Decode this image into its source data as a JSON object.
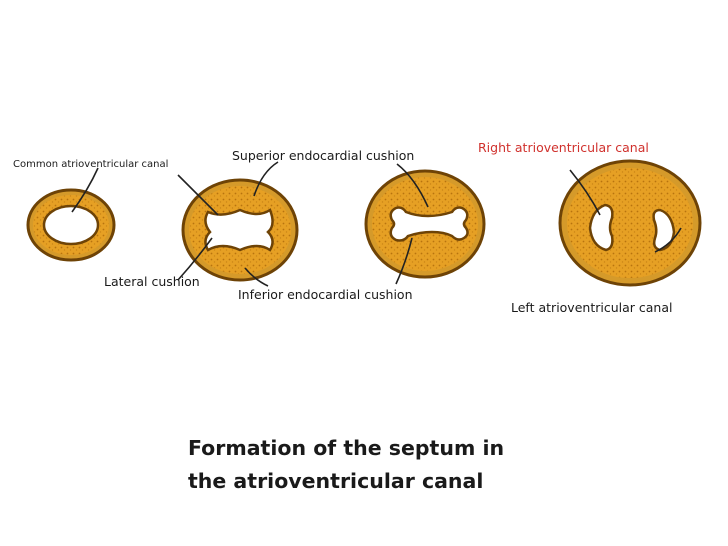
{
  "labels": {
    "common_canal": "Common atrioventricular canal",
    "superior_cushion": "Superior endocardial cushion",
    "right_canal": "Right atrioventricular canal",
    "lateral_cushion": "Lateral cushion",
    "inferior_cushion": "Inferior endocardial cushion",
    "left_canal": "Left atrioventricular canal"
  },
  "caption": {
    "line1": "Formation of the septum in",
    "line2": "the atrioventricular canal"
  },
  "colors": {
    "tissue": "#e6a024",
    "tissue_dark": "#b8740e",
    "rim": "#7a4a08",
    "label_highlight": "#d0312d"
  }
}
